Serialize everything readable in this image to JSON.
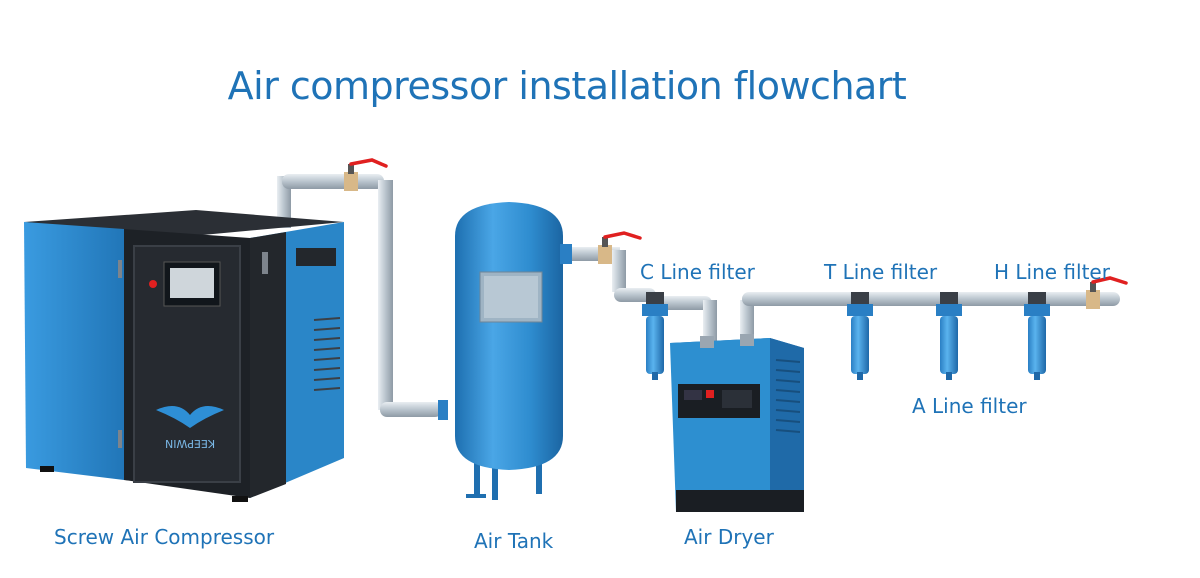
{
  "title": "Air compressor installation flowchart",
  "labels": {
    "compressor": "Screw Air Compressor",
    "tank": "Air Tank",
    "dryer": "Air Dryer",
    "c_filter": "C Line filter",
    "t_filter": "T Line filter",
    "h_filter": "H Line filter",
    "a_filter": "A Line filter"
  },
  "brand_logo_text": "KEEPWIN",
  "colors": {
    "title_text": "#1f73b7",
    "equipment_blue": "#2d8fd0",
    "pipe": "#c9d3dc",
    "valve_handle": "#e02020",
    "cabinet_dark": "#22262b"
  }
}
